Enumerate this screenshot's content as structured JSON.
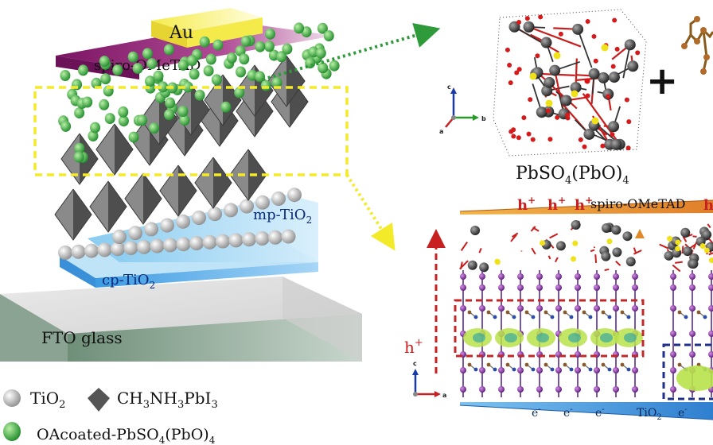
{
  "device": {
    "au_label": "Au",
    "htl_label": "spiro-OMeTAD",
    "mp_label": "mp-TiO",
    "mp_sub": "2",
    "cp_label": "cp-TiO",
    "cp_sub": "2",
    "substrate_label": "FTO  glass"
  },
  "legend": {
    "tio2": "TiO",
    "tio2_sub": "2",
    "perov_a": "CH",
    "perov_b": "NH",
    "perov_c": "PbI",
    "perov_sub1": "3",
    "perov_sub2": "3",
    "perov_sub3": "3",
    "coated_a": "OAcoated-PbSO",
    "coated_b": "(PbO)",
    "coated_sub1": "4",
    "coated_sub2": "4"
  },
  "crystal": {
    "formula_a": "PbSO",
    "formula_b": "(PbO)",
    "formula_sub1": "4",
    "formula_sub2": "4",
    "plus": "+",
    "axis_c": "c",
    "axis_b": "b",
    "axis_a": "a"
  },
  "interface": {
    "hole": "h",
    "hole_sup": "+",
    "top_label": "spiro-OMeTAD",
    "side_hole": "h",
    "side_hole_sup": "+",
    "electron": "e",
    "electron_sup": "-",
    "bottom_label": "TiO",
    "bottom_sub": "2",
    "axis_c": "c",
    "axis_a": "a"
  },
  "colors": {
    "au": "#f2ea5a",
    "spiro": "#8d1f6e",
    "ball_green": "#3aa33f",
    "octa": "#6b6b6b",
    "mp_blue": "#8fd0f2",
    "cp_blue": "#4aa8e8",
    "fto": "#7f9a86",
    "arrow_green": "#2e9a3a",
    "arrow_yellow": "#f3ea2a",
    "hole_red": "#c82020",
    "box_red": "#c0282a",
    "box_blue": "#1f2f8a",
    "spiro_bar": "#e8a030",
    "tio2_bar": "#3a8fd8"
  }
}
